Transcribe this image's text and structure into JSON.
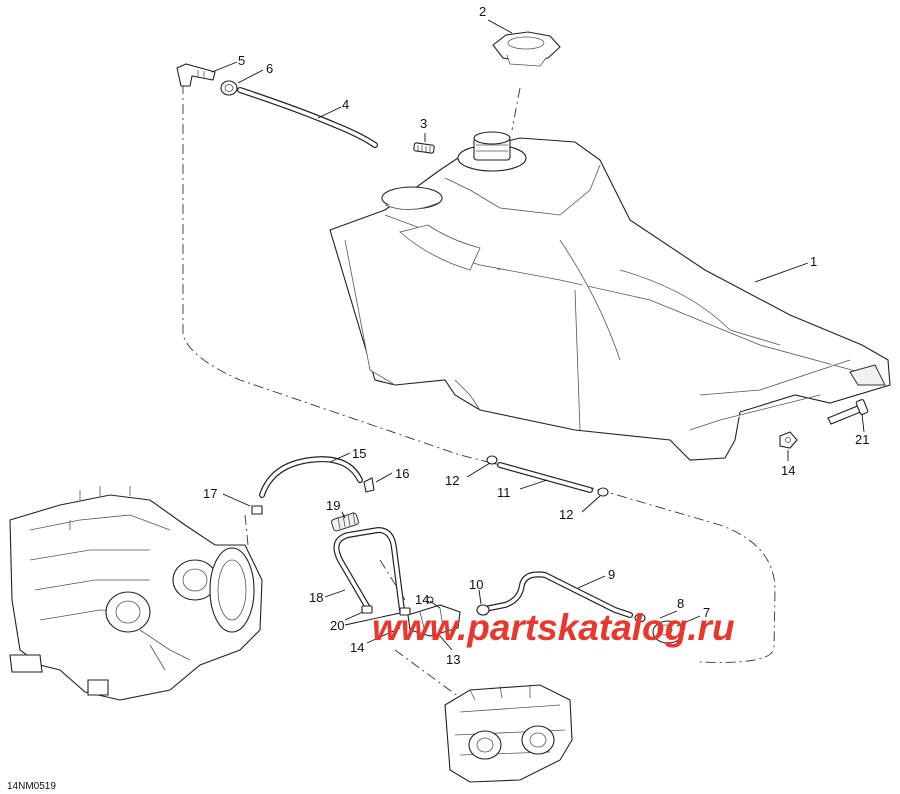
{
  "diagram": {
    "reference_code": "14NM0519",
    "watermark": "www.partskatalog.ru",
    "callouts": [
      "1",
      "2",
      "3",
      "4",
      "5",
      "6",
      "7",
      "8",
      "9",
      "10",
      "11",
      "12",
      "12",
      "13",
      "14",
      "14",
      "14",
      "15",
      "16",
      "17",
      "18",
      "19",
      "20",
      "21"
    ]
  }
}
